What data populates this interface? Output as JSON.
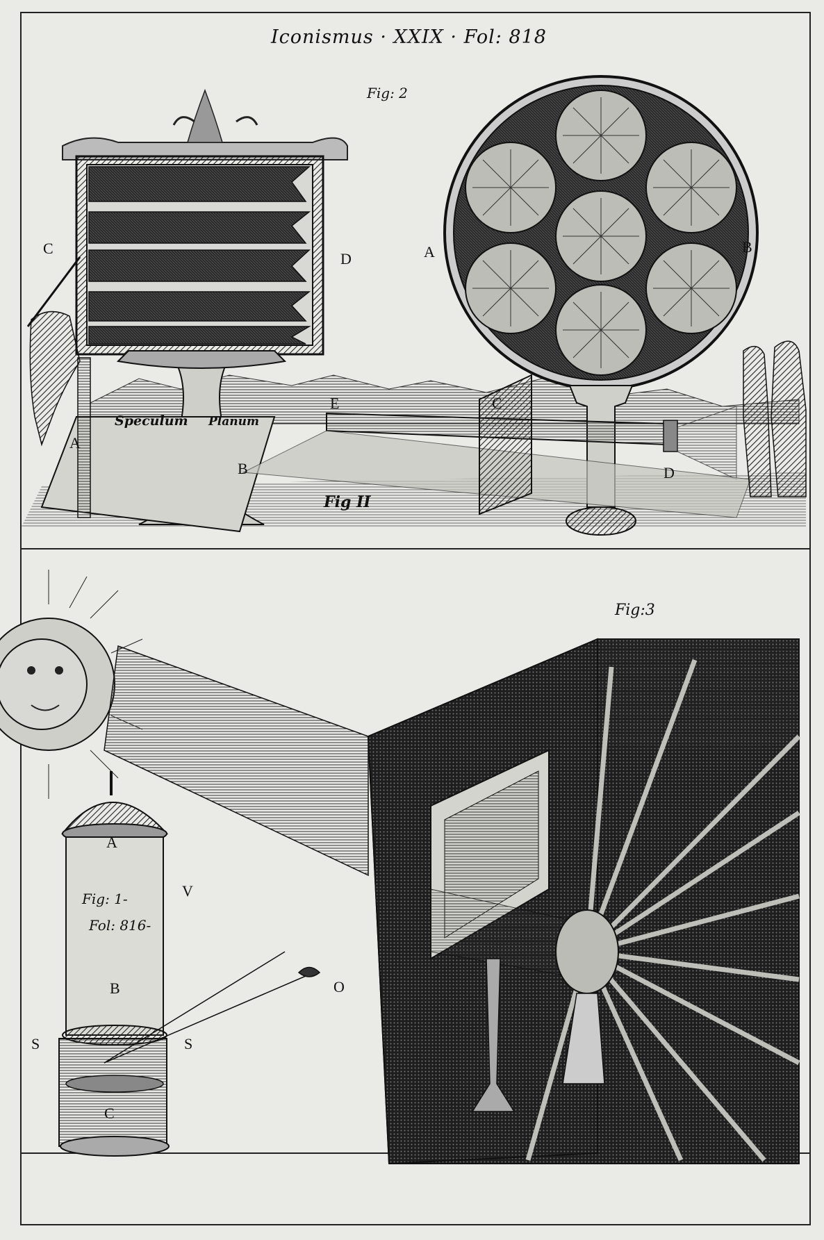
{
  "header": {
    "title": "Iconismus · XXIX · Fol: 818"
  },
  "top_panel": {
    "fig2_label": "Fig: 2",
    "fig11_label": "Fig II",
    "mirror_text_1": "Speculum",
    "mirror_text_2": "Planum",
    "letters": {
      "C_left": "C",
      "D_left": "D",
      "A_left": "A",
      "B_left": "B",
      "A_disk": "A",
      "B_disk": "B",
      "E_tube": "E",
      "C_tube": "C",
      "D_tube": "D"
    }
  },
  "bottom_panel": {
    "fig3_label": "Fig:3",
    "fig1_label": "Fig: 1-",
    "fol_label": "Fol: 816-",
    "letters": {
      "A": "A",
      "V": "V",
      "B": "B",
      "S_left": "S",
      "S_right": "S",
      "C": "C",
      "O": "O"
    }
  },
  "colors": {
    "paper": "#eaeae6",
    "ink": "#161616",
    "shade": "#2b2b2b"
  }
}
